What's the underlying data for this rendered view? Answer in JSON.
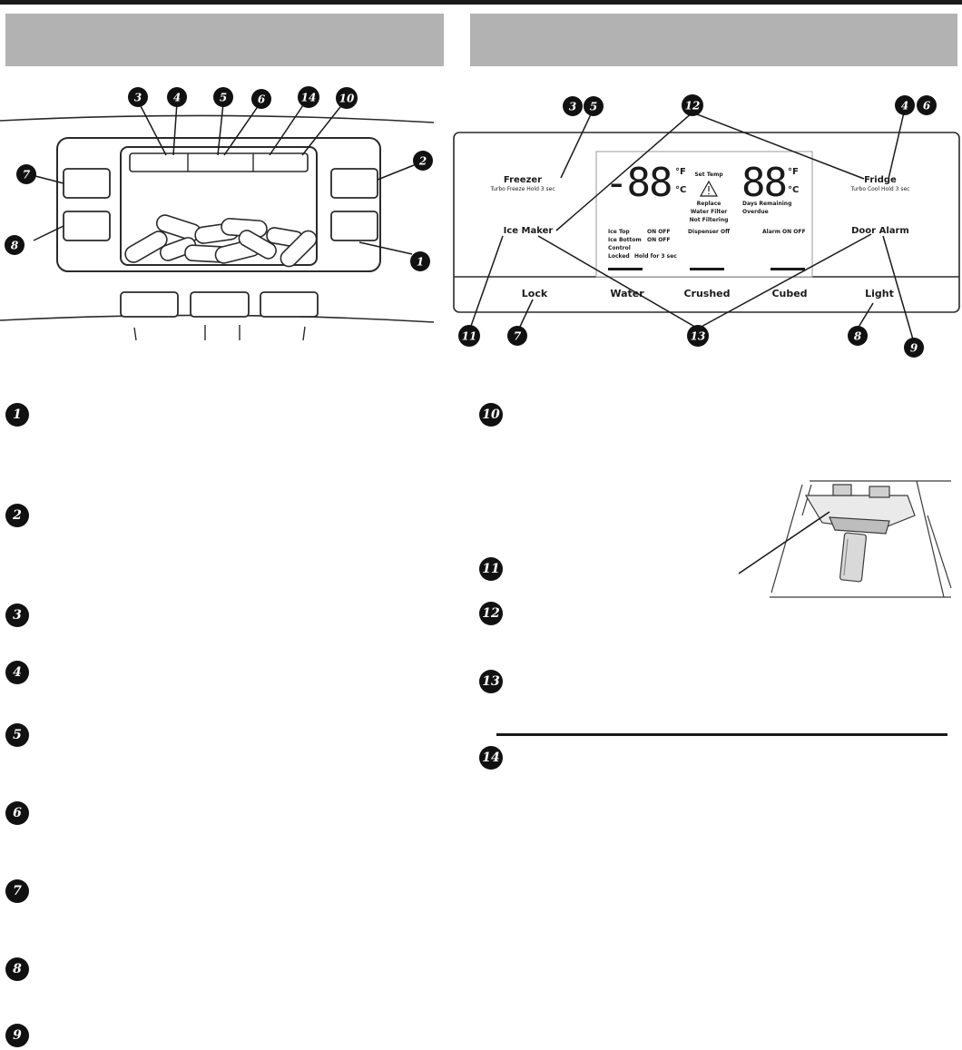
{
  "badges": {
    "n1": "1",
    "n2": "2",
    "n3": "3",
    "n4": "4",
    "n5": "5",
    "n6": "6",
    "n7": "7",
    "n8": "8",
    "n9": "9",
    "n10": "10",
    "n11": "11",
    "n12": "12",
    "n13": "13",
    "n14": "14"
  },
  "control_panel": {
    "freezer": "Freezer",
    "freezer_sub": "Turbo Freeze Hold 3 sec",
    "fridge": "Fridge",
    "fridge_sub": "Turbo Cool Hold 3 sec",
    "ice_maker": "Ice Maker",
    "door_alarm": "Door Alarm",
    "lock": "Lock",
    "water": "Water",
    "crushed": "Crushed",
    "cubed": "Cubed",
    "light": "Light",
    "display": {
      "left_digits": "-88",
      "right_digits": "88",
      "deg_f_left": "°F",
      "deg_c_left": "°C",
      "deg_f_right": "°F",
      "deg_c_right": "°C",
      "set_temp": "Set Temp",
      "replace": "Replace",
      "water_filter": "Water Filter",
      "not_filtering": "Not Filtering",
      "dispenser_off": "Dispenser Off",
      "days_remaining": "Days  Remaining",
      "overdue": "Overdue",
      "ice_top": "Ice Top",
      "ice_top_state": "ON OFF",
      "ice_bottom": "Ice Bottom",
      "ice_bottom_state": "ON OFF",
      "control": "Control",
      "locked": "Locked",
      "locked_hold": "Hold for 3 sec",
      "alarm": "Alarm ON OFF"
    }
  }
}
